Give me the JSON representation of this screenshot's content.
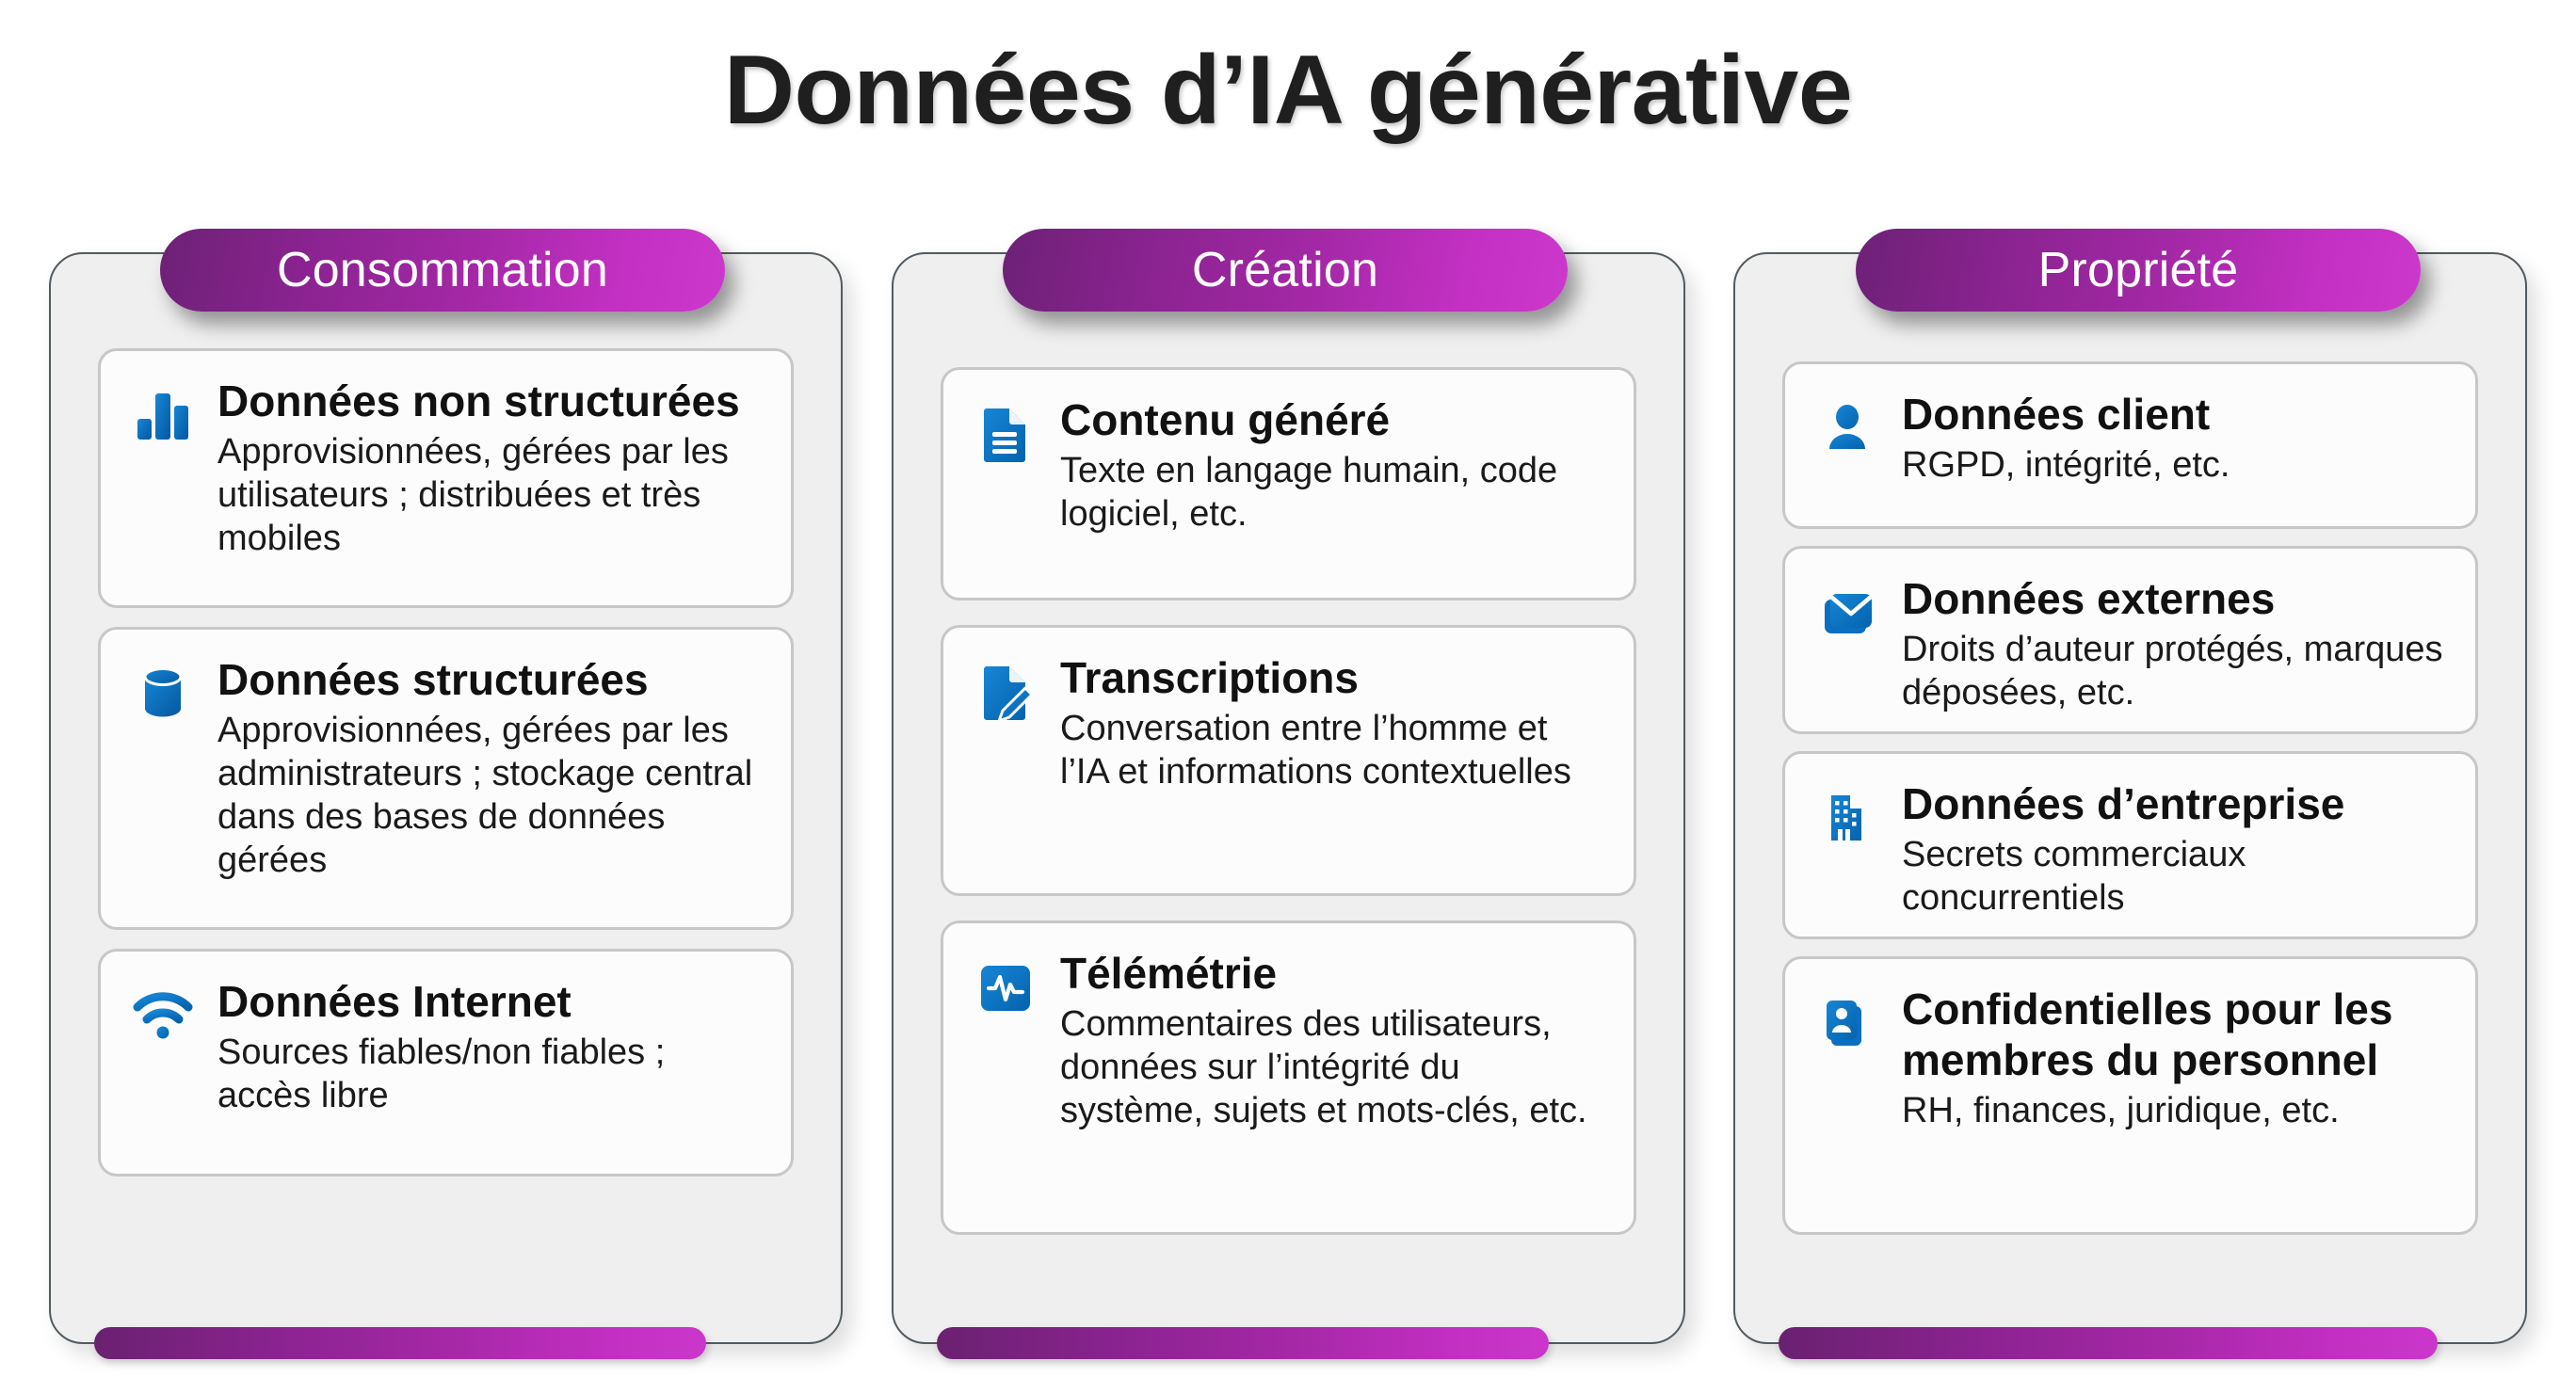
{
  "header": {
    "title": "Données d’IA générative"
  },
  "colors": {
    "pill_gradient_start": "#6d2176",
    "pill_gradient_end": "#cc38cc",
    "icon_blue": "#0f7ac8",
    "icon_blue_dark": "#045ca8",
    "panel_bg": "#efefef",
    "panel_border": "#525b60",
    "card_bg": "#fcfcfc",
    "card_border": "#c7c7c7",
    "title_color": "#1f1f1f"
  },
  "columns": [
    {
      "id": "consommation",
      "label": "Consommation",
      "cards": [
        {
          "icon": "bar-chart-icon",
          "title": "Données non structurées",
          "desc": "Approvisionnées, gérées par les utilisateurs ; distribuées et très mobiles"
        },
        {
          "icon": "database-icon",
          "title": "Données structurées",
          "desc": "Approvisionnées, gérées par les administrateurs ; stockage central dans des bases de données gérées"
        },
        {
          "icon": "wifi-icon",
          "title": "Données Internet",
          "desc": "Sources fiables/non fiables ; accès libre"
        }
      ]
    },
    {
      "id": "creation",
      "label": "Création",
      "cards": [
        {
          "icon": "document-icon",
          "title": "Contenu généré",
          "desc": "Texte en langage humain, code logiciel, etc."
        },
        {
          "icon": "document-edit-icon",
          "title": "Transcriptions",
          "desc": "Conversation entre l’homme et l’IA et informations contextuelles"
        },
        {
          "icon": "pulse-icon",
          "title": "Télémétrie",
          "desc": "Commentaires des utilisateurs, données sur l’intégrité du système, sujets et mots-clés, etc."
        }
      ]
    },
    {
      "id": "propriete",
      "label": "Propriété",
      "cards": [
        {
          "icon": "person-icon",
          "title": "Données client",
          "desc": "RGPD, intégrité, etc."
        },
        {
          "icon": "mail-icon",
          "title": "Données externes",
          "desc": "Droits d’auteur protégés, marques déposées, etc."
        },
        {
          "icon": "building-icon",
          "title": "Données d’entreprise",
          "desc": "Secrets commerciaux concurrentiels"
        },
        {
          "icon": "contact-card-icon",
          "title": "Confidentielles pour les membres du personnel",
          "desc": "RH, finances, juridique, etc."
        }
      ]
    }
  ]
}
